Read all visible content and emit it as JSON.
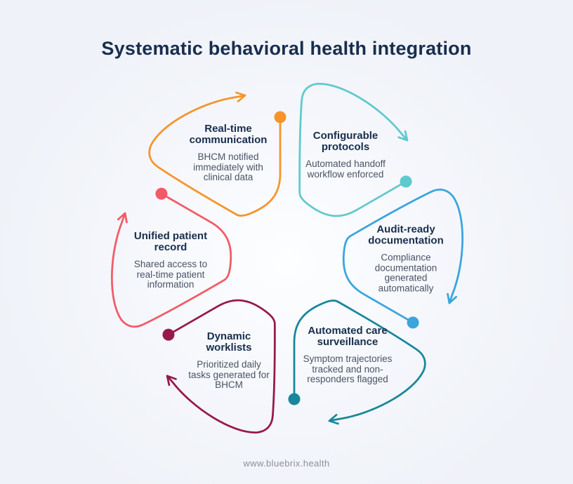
{
  "title": "Systematic behavioral health integration",
  "footer": "www.bluebrix.health",
  "colors": {
    "heading": "#182e4d",
    "body": "#4a5365",
    "footer": "#8a909b"
  },
  "diagram": {
    "type": "circular-cycle",
    "segments": [
      {
        "name": "Real-time communication",
        "title": "Real-time\ncommunication",
        "body": "BHCM notified\nimmediately with\nclinical data",
        "color": "#F6942B"
      },
      {
        "name": "Configurable protocols",
        "title": "Configurable\nprotocols",
        "body": "Automated handoff\nworkflow enforced",
        "color": "#5FC9CD"
      },
      {
        "name": "Audit-ready documentation",
        "title": "Audit-ready\ndocumentation",
        "body": "Compliance\ndocumentation\ngenerated\nautomatically",
        "color": "#39A5DC"
      },
      {
        "name": "Automated care surveillance",
        "title": "Automated care\nsurveillance",
        "body": "Symptom trajectories\ntracked and non-\nresponders flagged",
        "color": "#17879A"
      },
      {
        "name": "Dynamic worklists",
        "title": "Dynamic\nworklists",
        "body": "Prioritized daily\ntasks generated for\nBHCM",
        "color": "#96194A"
      },
      {
        "name": "Unified patient record",
        "title": "Unified patient\nrecord",
        "body": "Shared access to\nreal-time patient\ninformation",
        "color": "#F25A68"
      }
    ]
  }
}
